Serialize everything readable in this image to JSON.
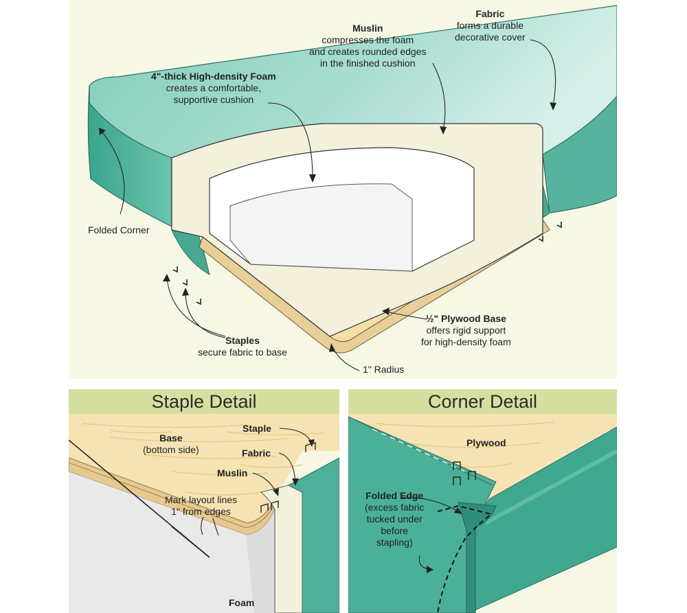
{
  "main": {
    "labels": {
      "foam": {
        "title": "4\"-thick High-density Foam",
        "desc": [
          "creates a comfortable,",
          "supportive cushion"
        ]
      },
      "muslin": {
        "title": "Muslin",
        "desc": [
          "compresses the foam",
          "and creates rounded edges",
          "in the finished cushion"
        ]
      },
      "fabric": {
        "title": "Fabric",
        "desc": [
          "forms a durable",
          "decorative cover"
        ]
      },
      "folded_corner": "Folded Corner",
      "staples": {
        "title": "Staples",
        "desc": [
          "secure fabric to base"
        ]
      },
      "plywood": {
        "title": "½\" Plywood Base",
        "desc": [
          "offers rigid support",
          "for high-density foam"
        ]
      },
      "radius": "1\" Radius"
    }
  },
  "staple_detail": {
    "header": "Staple Detail",
    "labels": {
      "base": {
        "title": "Base",
        "desc": "(bottom side)"
      },
      "staple": "Staple",
      "fabric": "Fabric",
      "muslin": "Muslin",
      "mark": [
        "Mark layout lines",
        "1\" from edges"
      ],
      "foam": "Foam"
    }
  },
  "corner_detail": {
    "header": "Corner Detail",
    "labels": {
      "plywood": "Plywood",
      "folded_edge": {
        "title": "Folded Edge",
        "desc": [
          "(excess fabric",
          "tucked under",
          "before",
          "stapling)"
        ]
      }
    }
  },
  "colors": {
    "fabric": "#5fb9a2",
    "fabric_dark": "#2f8f7c",
    "muslin": "#f3f0dc",
    "foam": "#ffffff",
    "wood": "#f6e3b4",
    "panel_bg": "#f7f7e6",
    "header_bg": "#d5dfa0"
  }
}
